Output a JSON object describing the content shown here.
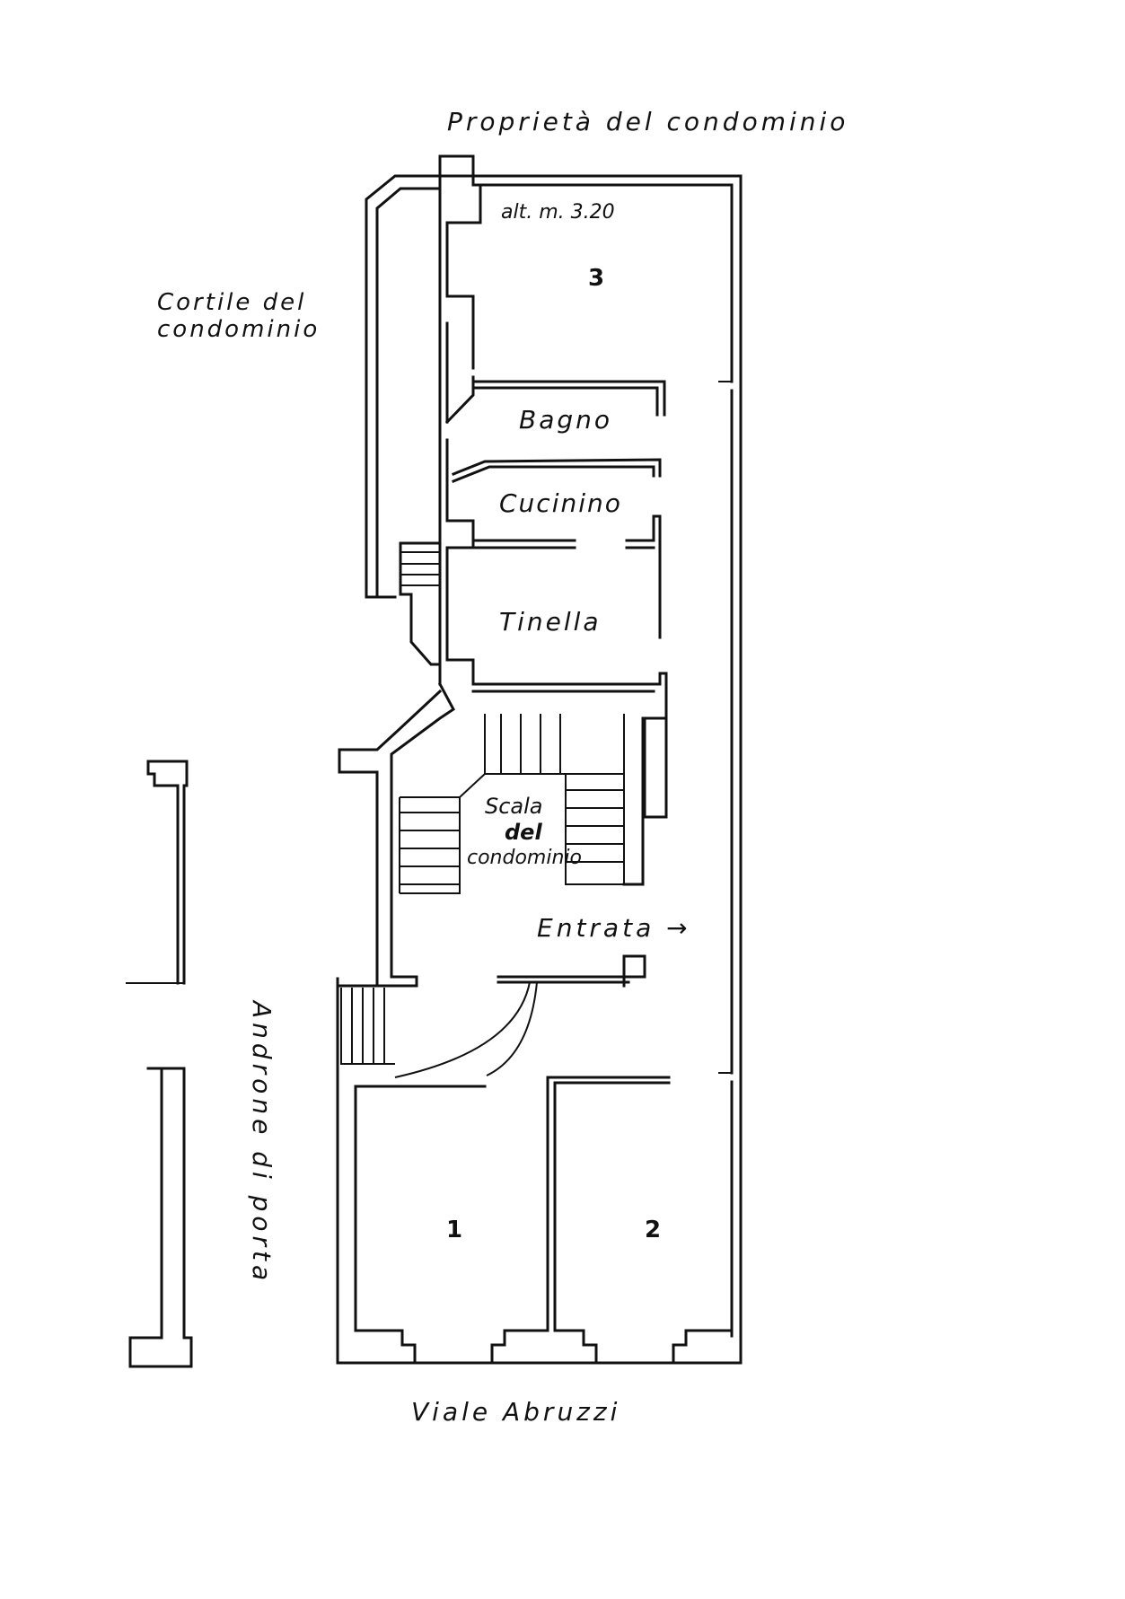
{
  "labels": {
    "top": "Proprietà del condominio",
    "courtyard_line1": "Cortile del",
    "courtyard_line2": "condominio",
    "height": "alt. m. 3.20",
    "bathroom": "Bagno",
    "kitchenette": "Cucinino",
    "dining": "Tinella",
    "stair_line1": "Scala",
    "stair_line2": "del",
    "stair_line3": "condominio",
    "entrance": "Entrata →",
    "passage": "Androne di porta",
    "street": "Viale Abruzzi"
  },
  "rooms": {
    "room1": "1",
    "room2": "2",
    "room3": "3"
  },
  "colors": {
    "ink": "#111111",
    "paper": "#ffffff"
  }
}
